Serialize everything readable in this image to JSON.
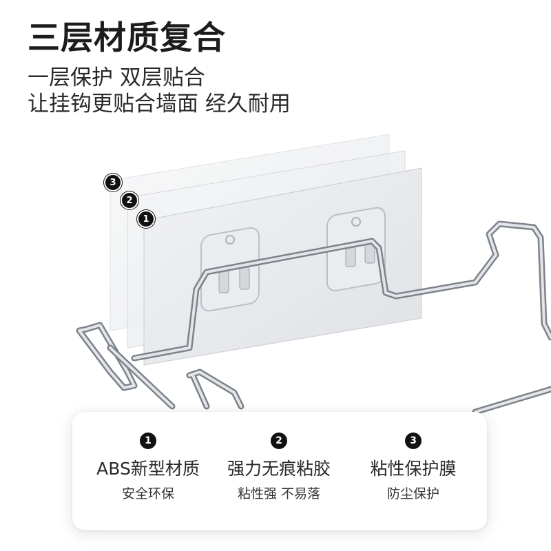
{
  "header": {
    "title": "三层材质复合",
    "line1": "一层保护 双层贴合",
    "line2": "让挂钩更贴合墙面 经久耐用"
  },
  "layer_markers": [
    "3",
    "2",
    "1"
  ],
  "features": [
    {
      "num": "1",
      "title": "ABS新型材质",
      "desc": "安全环保"
    },
    {
      "num": "2",
      "title": "强力无痕粘胶",
      "desc": "粘性强  不易落"
    },
    {
      "num": "3",
      "title": "粘性保护膜",
      "desc": "防尘保护"
    }
  ],
  "colors": {
    "text": "#222222",
    "badge": "#111111",
    "chrome": "#b8bcc2"
  }
}
